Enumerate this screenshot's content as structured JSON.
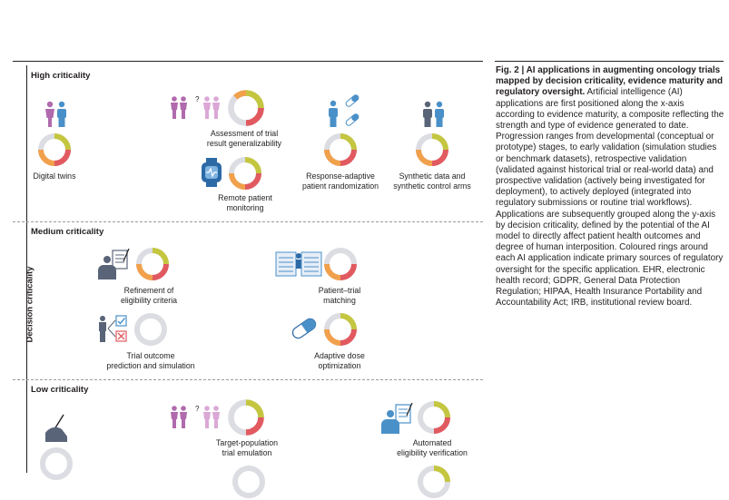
{
  "sections": {
    "high": "High criticality",
    "medium": "Medium criticality",
    "low": "Low criticality"
  },
  "axis": {
    "y_title": "Decision criticality"
  },
  "applications": {
    "digital_twins": "Digital twins",
    "generalizability_1": "Assessment of trial",
    "generalizability_2": "result generalizability",
    "remote_1": "Remote patient",
    "remote_2": "monitoring",
    "response_1": "Response-adaptive",
    "response_2": "patient randomization",
    "synthetic_1": "Synthetic data and",
    "synthetic_2": "synthetic control arms",
    "eligibility_1": "Refinement of",
    "eligibility_2": "eligibility criteria",
    "matching_1": "Patient–trial",
    "matching_2": "matching",
    "outcome_1": "Trial outcome",
    "outcome_2": "prediction and simulation",
    "dose_1": "Adaptive dose",
    "dose_2": "optimization",
    "emulation_1": "Target-population",
    "emulation_2": "trial emulation",
    "verification_1": "Automated",
    "verification_2": "eligibility verification"
  },
  "caption": {
    "lead": "Fig. 2 | AI applications in augmenting oncology trials mapped by decision criticality, evidence maturity and regulatory oversight.",
    "body": "Artificial intelligence (AI) applications are first positioned along the x-axis according to evidence maturity, a composite reflecting the strength and type of evidence generated to date. Progression ranges from developmental (conceptual or prototype) stages, to early validation (simulation studies or benchmark datasets), retrospective validation (validated against historical trial or real-world data) and prospective validation (actively being investigated for deployment), to actively deployed (integrated into regulatory submissions or routine trial workflows). Applications are subsequently grouped along the y-axis by decision criticality, defined by the potential of the AI model to directly affect patient health outcomes and degree of human interposition. Coloured rings around each AI application indicate primary sources of regulatory oversight for the specific application. EHR, electronic health record; GDPR, General Data Protection Regulation; HIPAA, Health Insurance Portability and Accountability Act; IRB, institutional review board."
  },
  "colors": {
    "lime": "#c4c640",
    "red": "#e15a60",
    "orange": "#f1a04c",
    "grey": "#dcdde3",
    "purple": "#b06aad",
    "lightpurple": "#dba8d6",
    "blue": "#4a90c8",
    "darkblue": "#2c6aa6",
    "slate": "#5a6478"
  }
}
